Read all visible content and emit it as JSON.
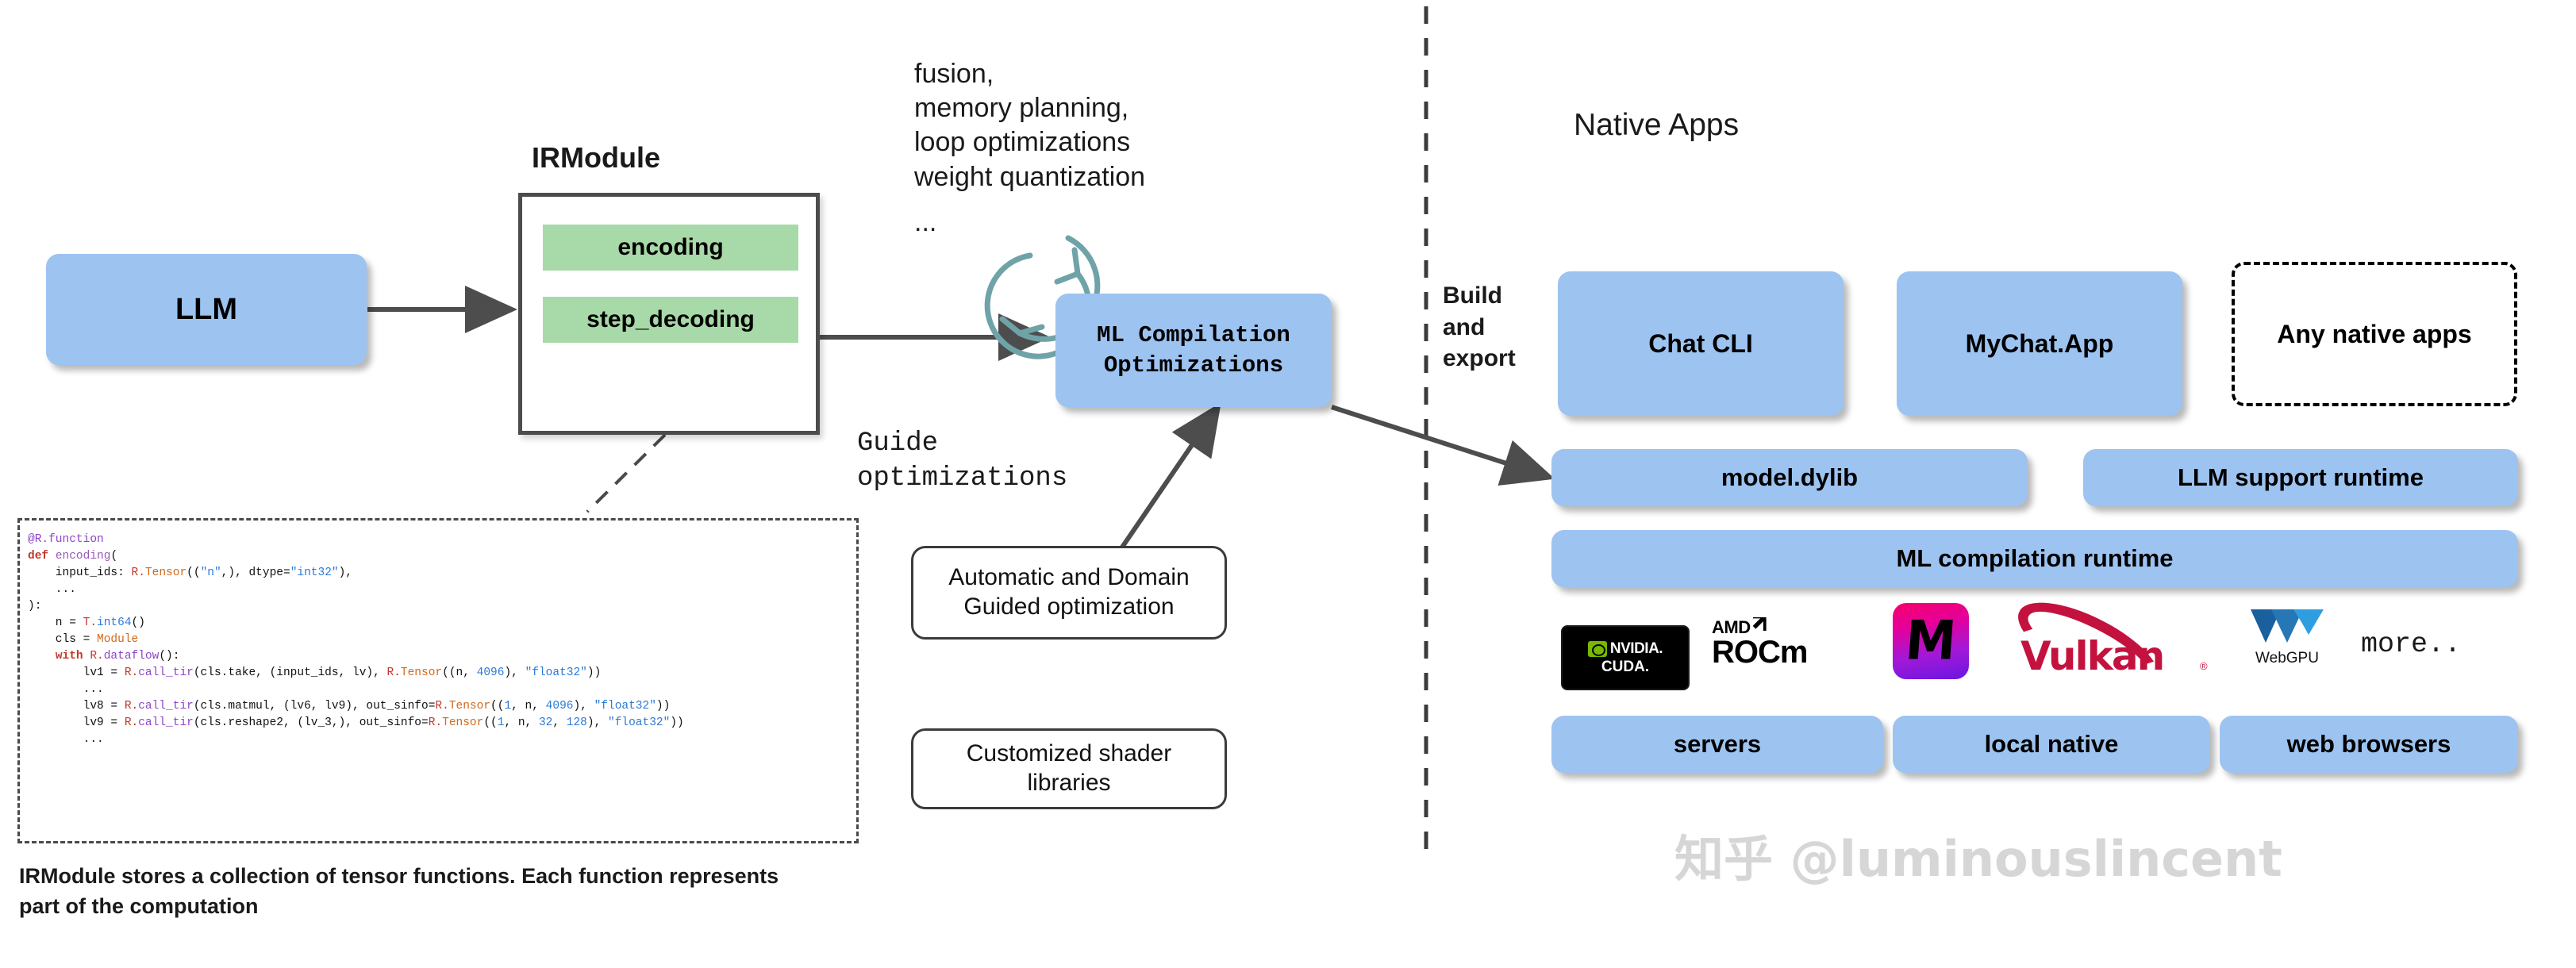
{
  "left_panel": {
    "llm_box_label": "LLM",
    "irmodule_title": "IRModule",
    "irmodule_functions": [
      {
        "name": "encoding"
      },
      {
        "name": "step_decoding"
      }
    ],
    "caption": "IRModule stores a collection of tensor functions. Each function represents part of the computation",
    "code_panel": {
      "lines": [
        "@R.function",
        "def encoding(",
        "    input_ids: R.Tensor((\"n\",), dtype=\"int32\"),",
        "    ...",
        "):",
        "    n = T.int64()",
        "    cls = Module",
        "    with R.dataflow():",
        "        lv1 = R.call_tir(cls.take, (input_ids, lv), R.Tensor((n, 4096), \"float32\"))",
        "        ...",
        "        lv8 = R.call_tir(cls.matmul, (lv6, lv9), out_sinfo=R.Tensor((1, n, 4096), \"float32\"))",
        "        lv9 = R.call_tir(cls.reshape2, (lv_3,), out_sinfo=R.Tensor((1, n, 32, 128), \"float32\"))",
        "        ..."
      ]
    }
  },
  "middle_panel": {
    "optimization_list": [
      "fusion,",
      "memory planning,",
      "loop optimizations",
      "weight quantization",
      "..."
    ],
    "compilation_box_line1": "ML Compilation",
    "compilation_box_line2": "Optimizations",
    "guide_label_line1": "Guide",
    "guide_label_line2": "optimizations",
    "guide_boxes": [
      "Automatic and Domain Guided optimization",
      "Customized shader libraries"
    ],
    "build_export_label": "Build and export"
  },
  "right_panel": {
    "section_title": "Native Apps",
    "apps": [
      {
        "label": "Chat CLI",
        "style": "solid"
      },
      {
        "label": "MyChat.App",
        "style": "solid"
      },
      {
        "label": "Any native apps",
        "style": "dashed"
      }
    ],
    "runtime_row": [
      {
        "label": "model.dylib"
      },
      {
        "label": "LLM support runtime"
      }
    ],
    "runtime_full": {
      "label": "ML compilation runtime"
    },
    "backends": [
      {
        "name": "nvidia-cuda-logo",
        "line1": "NVIDIA.",
        "line2": "CUDA."
      },
      {
        "name": "amd-rocm-logo",
        "line1": "AMD",
        "line2": "ROCm"
      },
      {
        "name": "metal-logo",
        "glyph": "M"
      },
      {
        "name": "vulkan-logo",
        "label": "Vulkan"
      },
      {
        "name": "webgpu-logo",
        "label": "WebGPU"
      },
      {
        "name": "more-label",
        "label": "more.."
      }
    ],
    "targets": [
      {
        "label": "servers"
      },
      {
        "label": "local native"
      },
      {
        "label": "web browsers"
      }
    ]
  },
  "watermark": {
    "text": "知乎 @luminouslincent"
  },
  "colors": {
    "blue_box": "#9dc3f0",
    "green_row": "#a8d9a8",
    "arrow_gray": "#4d4d4d",
    "cycle_teal": "#6fa3a8",
    "nvidia_green": "#76b900",
    "vulkan_red": "#c4123f",
    "webgpu_blue": "#1a5f9e"
  }
}
